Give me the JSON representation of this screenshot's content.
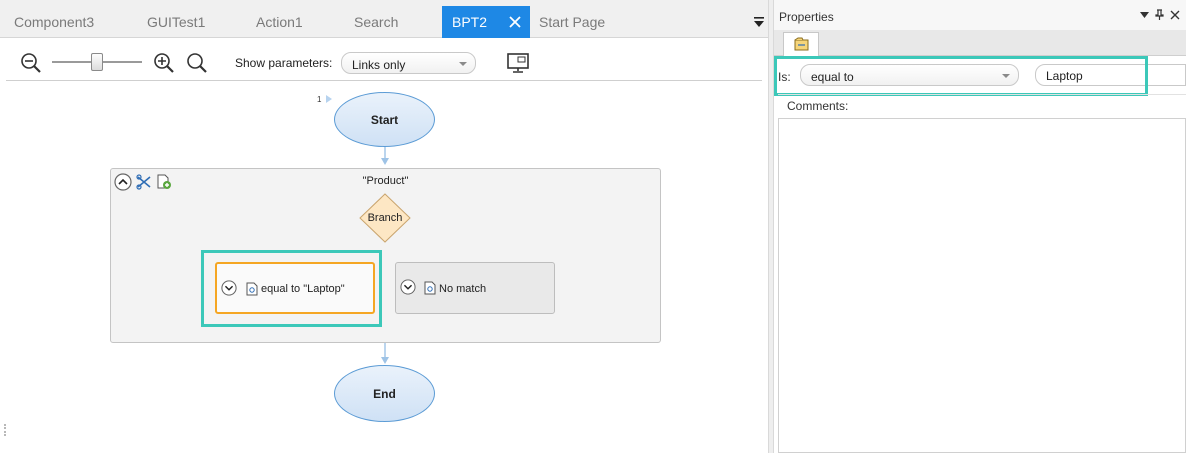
{
  "tabs": [
    {
      "label": "Component3",
      "active": false
    },
    {
      "label": "GUITest1",
      "active": false
    },
    {
      "label": "Action1",
      "active": false
    },
    {
      "label": "Search",
      "active": false
    },
    {
      "label": "BPT2",
      "active": true
    },
    {
      "label": "Start Page",
      "active": false
    }
  ],
  "toolbar": {
    "show_parameters_label": "Show parameters:",
    "show_parameters_value": "Links only"
  },
  "flow": {
    "step_number": "1",
    "start_label": "Start",
    "end_label": "End",
    "group_title": "\"Product\"",
    "branch_label": "Branch",
    "cases": [
      {
        "label": "equal to \"Laptop\"",
        "selected": true
      },
      {
        "label": "No match",
        "selected": false
      }
    ]
  },
  "properties": {
    "title": "Properties",
    "is_label": "Is:",
    "operator_value": "equal to",
    "value_text": "Laptop",
    "comments_label": "Comments:"
  },
  "colors": {
    "active_tab": "#1e88e5",
    "highlight": "#3cc8b9",
    "selected_case_border": "#f5a623",
    "node_stroke": "#5b9bd5"
  }
}
